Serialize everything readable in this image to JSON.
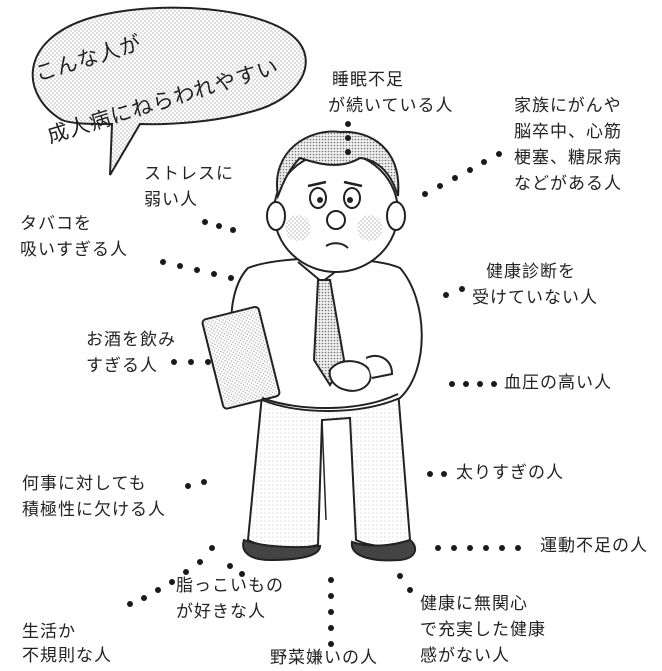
{
  "bubble": {
    "line1": "こんな人が",
    "line2": "成人病にねらわれやすい"
  },
  "labels": {
    "sleep": [
      "睡眠不足",
      "が続いている人"
    ],
    "family": [
      "家族にがんや",
      "脳卒中、心筋",
      "梗塞、糖尿病",
      "などがある人"
    ],
    "stress": [
      "ストレスに",
      "弱い人"
    ],
    "tobacco": [
      "タバコを",
      "吸いすぎる人"
    ],
    "checkup": [
      "健康診断を",
      "受けていない人"
    ],
    "alcohol": [
      "お酒を飲み",
      "すぎる人"
    ],
    "blood_pressure": "血圧の高い人",
    "passive": [
      "何事に対しても",
      "積極性に欠ける人"
    ],
    "overweight": "太りすぎの人",
    "exercise": "運動不足の人",
    "fatty": [
      "脂っこいもの",
      "が好きな人"
    ],
    "irregular": [
      "生活か",
      "不規則な人"
    ],
    "vegetables": "野菜嫌いの人",
    "indifferent": [
      "健康に無関心",
      "で充実した健康",
      "感がない人"
    ]
  }
}
